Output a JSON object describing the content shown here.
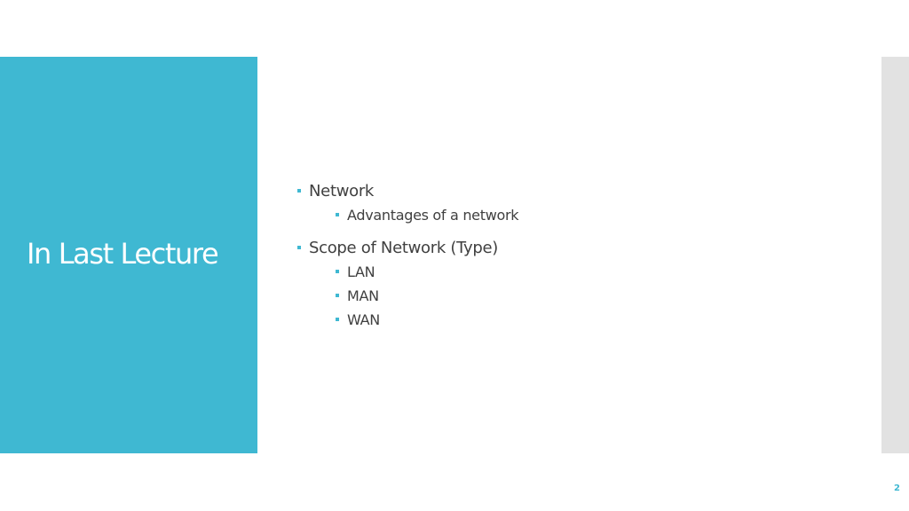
{
  "slide": {
    "title": "In Last Lecture",
    "number": "2",
    "accent_color": "#3fb8d2",
    "bullets": [
      {
        "text": "Network",
        "sub": [
          "Advantages of a network"
        ]
      },
      {
        "text": "Scope of Network (Type)",
        "sub": [
          "LAN",
          "MAN",
          "WAN"
        ]
      }
    ]
  }
}
